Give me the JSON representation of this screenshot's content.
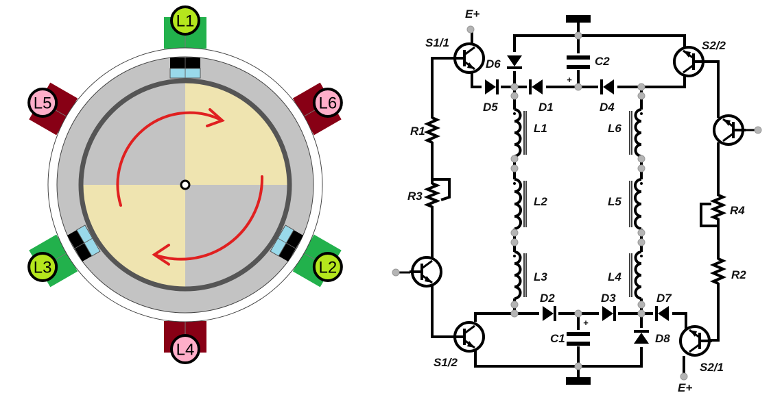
{
  "motor": {
    "poles": [
      {
        "label": "L1",
        "angle": 90,
        "color": "#22b14c",
        "badge": "#b5e61d"
      },
      {
        "label": "L6",
        "angle": 30,
        "color": "#880015",
        "badge": "#ffaec9"
      },
      {
        "label": "L2",
        "angle": -30,
        "color": "#22b14c",
        "badge": "#b5e61d"
      },
      {
        "label": "L4",
        "angle": -90,
        "color": "#880015",
        "badge": "#ffaec9"
      },
      {
        "label": "L3",
        "angle": 210,
        "color": "#22b14c",
        "badge": "#b5e61d"
      },
      {
        "label": "L5",
        "angle": 150,
        "color": "#880015",
        "badge": "#ffaec9"
      }
    ],
    "rotor_colors": {
      "light": "#efe4b0",
      "dark": "#c3c3c3"
    },
    "arrow_color": "#e02020"
  },
  "circuit": {
    "e_plus_top": "E+",
    "e_plus_bottom": "E+",
    "S1_1": "S1/1",
    "S1_2": "S1/2",
    "S2_1": "S2/1",
    "S2_2": "S2/2",
    "D1": "D1",
    "D2": "D2",
    "D3": "D3",
    "D4": "D4",
    "D5": "D5",
    "D6": "D6",
    "D7": "D7",
    "D8": "D8",
    "C1": "C1",
    "C2": "C2",
    "plus": "+",
    "L1": "L1",
    "L2": "L2",
    "L3": "L3",
    "L4": "L4",
    "L5": "L5",
    "L6": "L6",
    "R1": "R1",
    "R2": "R2",
    "R3": "R3",
    "R4": "R4"
  }
}
